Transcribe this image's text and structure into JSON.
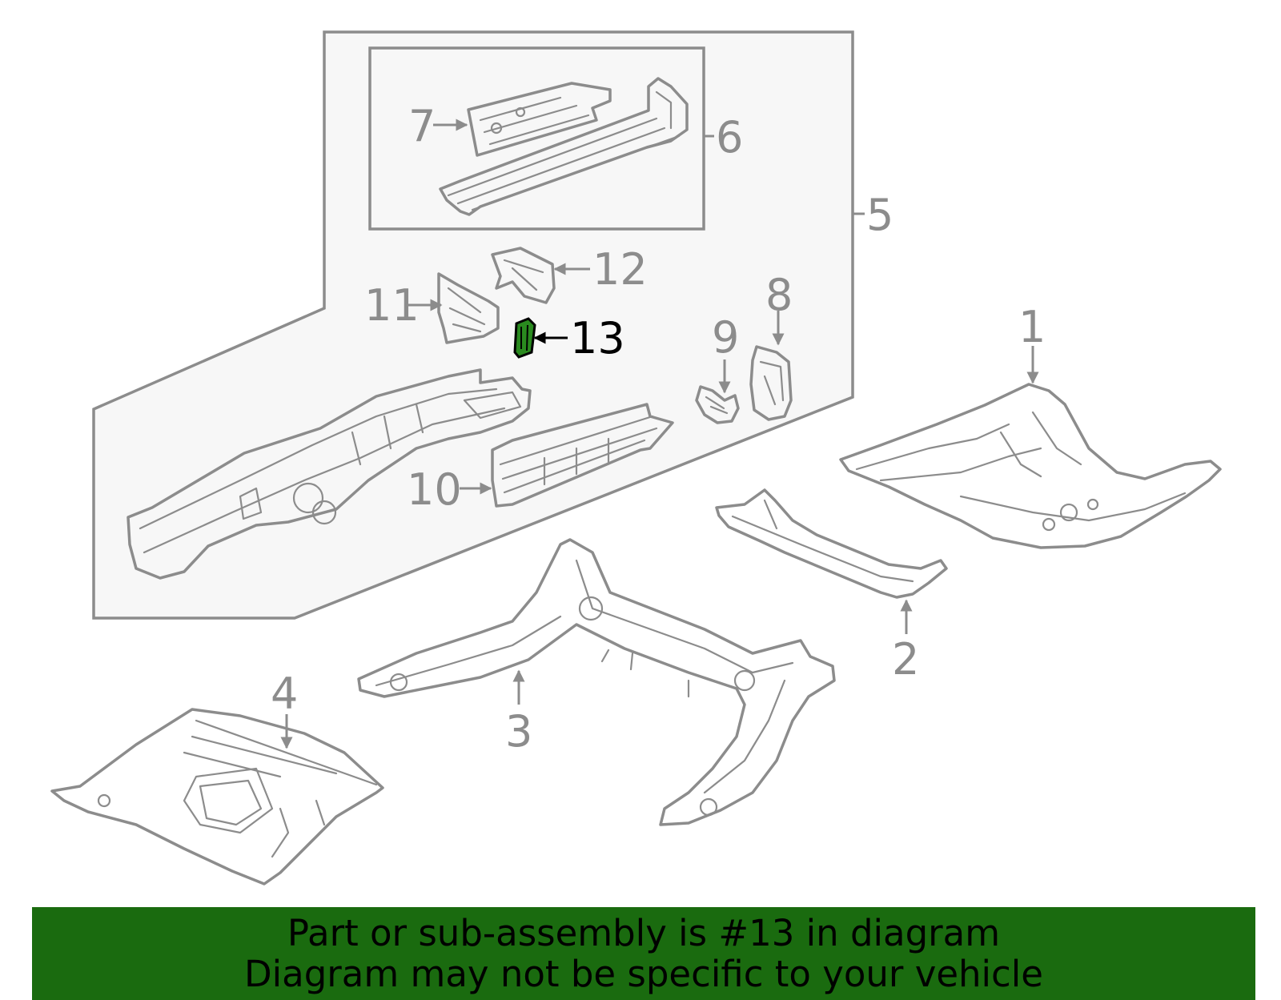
{
  "diagram": {
    "callouts": [
      {
        "id": "1",
        "label": "1"
      },
      {
        "id": "2",
        "label": "2"
      },
      {
        "id": "3",
        "label": "3"
      },
      {
        "id": "4",
        "label": "4"
      },
      {
        "id": "5",
        "label": "5"
      },
      {
        "id": "6",
        "label": "6"
      },
      {
        "id": "7",
        "label": "7"
      },
      {
        "id": "8",
        "label": "8"
      },
      {
        "id": "9",
        "label": "9"
      },
      {
        "id": "10",
        "label": "10"
      },
      {
        "id": "11",
        "label": "11"
      },
      {
        "id": "12",
        "label": "12"
      },
      {
        "id": "13",
        "label": "13",
        "highlighted": true
      }
    ],
    "highlight_color": "#1a6b0f",
    "line_color": "#8c8c8c"
  },
  "banner": {
    "line1": "Part or sub-assembly is #13 in diagram",
    "line2": "Diagram may not be specific to your vehicle",
    "background": "#1a6b0f"
  }
}
